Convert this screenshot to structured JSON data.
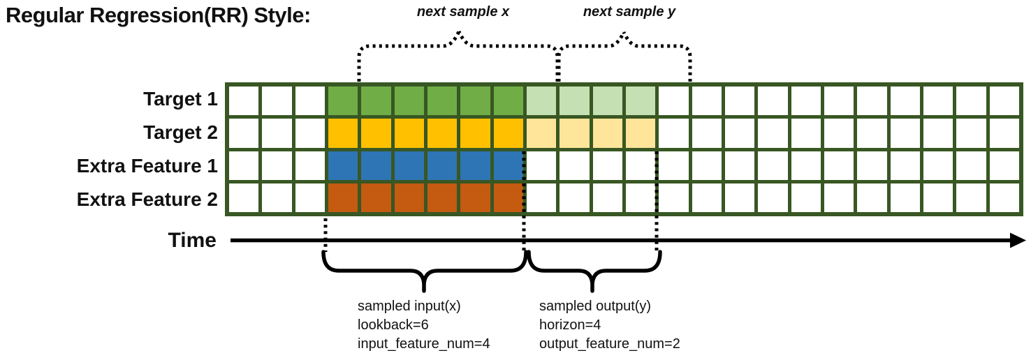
{
  "title": "Regular Regression(RR) Style:",
  "annotations": {
    "next_sample_x": "next sample x",
    "next_sample_y": "next sample y"
  },
  "rows": [
    {
      "label": "Target 1",
      "input_color": "#70AD47",
      "output_color": "#C5E0B3"
    },
    {
      "label": "Target 2",
      "input_color": "#FFC000",
      "output_color": "#FFE599"
    },
    {
      "label": "Extra Feature 1",
      "input_color": "#2E75B6",
      "output_color": null
    },
    {
      "label": "Extra Feature 2",
      "input_color": "#C55A11",
      "output_color": null
    }
  ],
  "grid": {
    "columns": 24,
    "input_start_col": 3,
    "lookback": 6,
    "horizon": 4,
    "line_color": "#385723",
    "empty_color": "#FFFFFF"
  },
  "time_axis": {
    "label": "Time"
  },
  "input_annotation": {
    "lines": [
      "sampled input(x)",
      "lookback=6",
      "input_feature_num=4"
    ]
  },
  "output_annotation": {
    "lines": [
      "sampled output(y)",
      "horizon=4",
      "output_feature_num=2"
    ]
  }
}
